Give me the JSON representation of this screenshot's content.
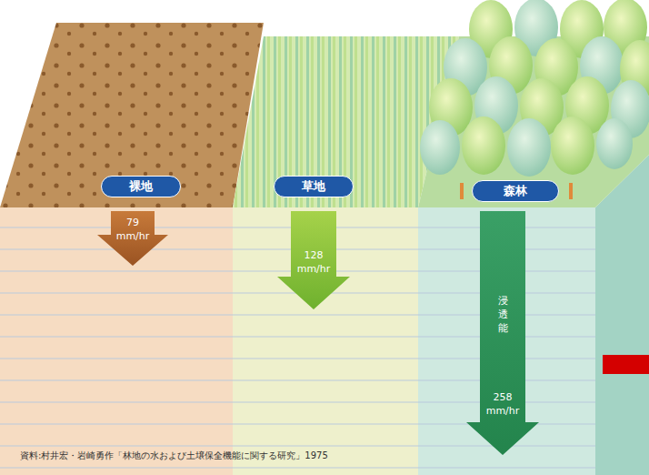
{
  "diagram": {
    "nodes": [
      {
        "text": [
          "裸地"
        ]
      },
      {
        "text": [
          "79 mm/hr"
        ]
      },
      {
        "text": [
          "草地"
        ]
      },
      {
        "text": [
          "128 mm/hr"
        ]
      },
      {
        "text": [
          "森林"
        ]
      },
      {
        "text": [
          "浸透能",
          "258 mm/hr"
        ]
      }
    ],
    "labels": [
      "資料:村井宏・岩崎勇作「林地の水および土壌保全機能に関する研究」1975"
    ]
  }
}
